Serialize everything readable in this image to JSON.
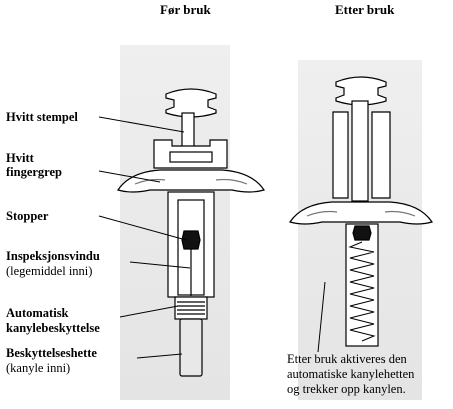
{
  "headers": {
    "before": "Før bruk",
    "after": "Etter bruk"
  },
  "labels": {
    "plunger": "Hvitt stempel",
    "finger_grip_1": "Hvitt",
    "finger_grip_2": "fingergrep",
    "stopper": "Stopper",
    "window_1": "Inspeksjonsvindu",
    "window_2": "(legemiddel inni)",
    "guard_1": "Automatisk",
    "guard_2": "kanylebeskyttelse",
    "cap_1": "Beskyttelseshette",
    "cap_2": "(kanyle inni)"
  },
  "after_note": {
    "line1": "Etter bruk aktiveres den",
    "line2": "automatiske kanylehetten",
    "line3": "og trekker opp kanylen."
  }
}
